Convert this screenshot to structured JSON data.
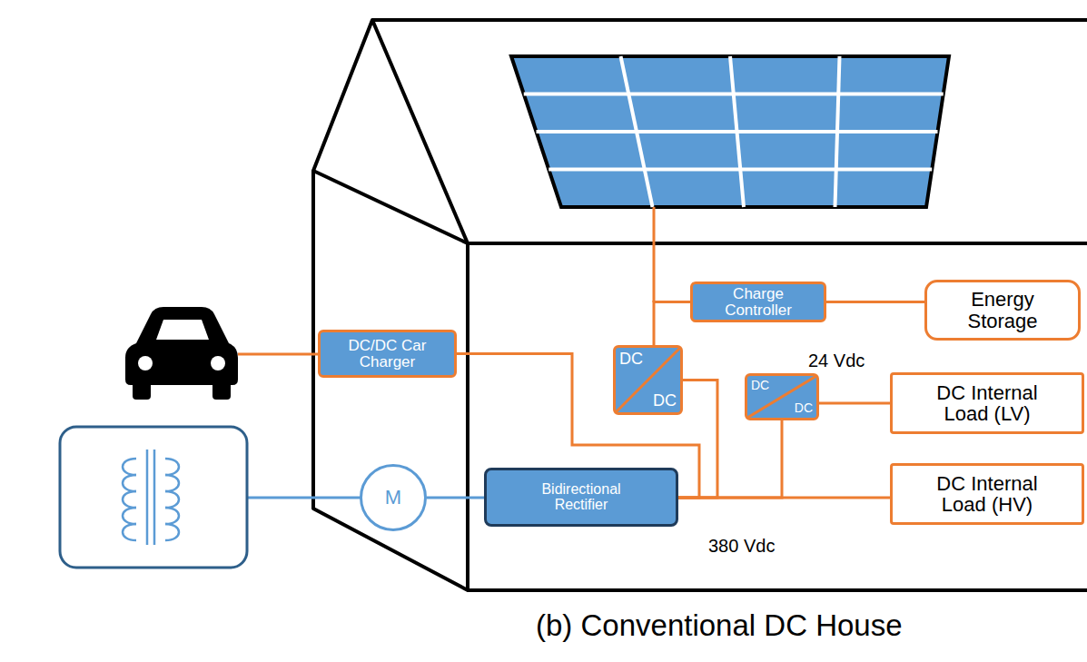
{
  "diagram": {
    "caption": "(b) Conventional DC House",
    "nodes": [
      {
        "text": [
          "DC/DC Car Charger"
        ]
      },
      {
        "text": [
          "Charge Controller"
        ]
      },
      {
        "text": [
          "Energy Storage"
        ]
      },
      {
        "text": [
          "DC",
          "DC"
        ]
      },
      {
        "text": [
          "DC",
          "DC"
        ]
      },
      {
        "text": [
          "DC Internal Load (LV)"
        ]
      },
      {
        "text": [
          "DC Internal Load (HV)"
        ]
      },
      {
        "text": [
          "Bidirectional Rectifier"
        ]
      },
      {
        "text": [
          "M"
        ]
      }
    ],
    "edges": [
      {
        "from": 1,
        "to": 2,
        "arrow": "none"
      },
      {
        "from": 1,
        "to": 3,
        "arrow": "none"
      },
      {
        "from": 8,
        "to": 7,
        "arrow": "none"
      },
      {
        "from": 7,
        "to": 6,
        "arrow": "none"
      },
      {
        "from": 7,
        "to": 3,
        "arrow": "none"
      },
      {
        "from": 7,
        "to": 0,
        "arrow": "none"
      },
      {
        "from": 7,
        "to": 4,
        "arrow": "none"
      },
      {
        "from": 4,
        "to": 5,
        "arrow": "none"
      }
    ],
    "labels": [
      "24 Vdc",
      "380 Vdc"
    ]
  }
}
